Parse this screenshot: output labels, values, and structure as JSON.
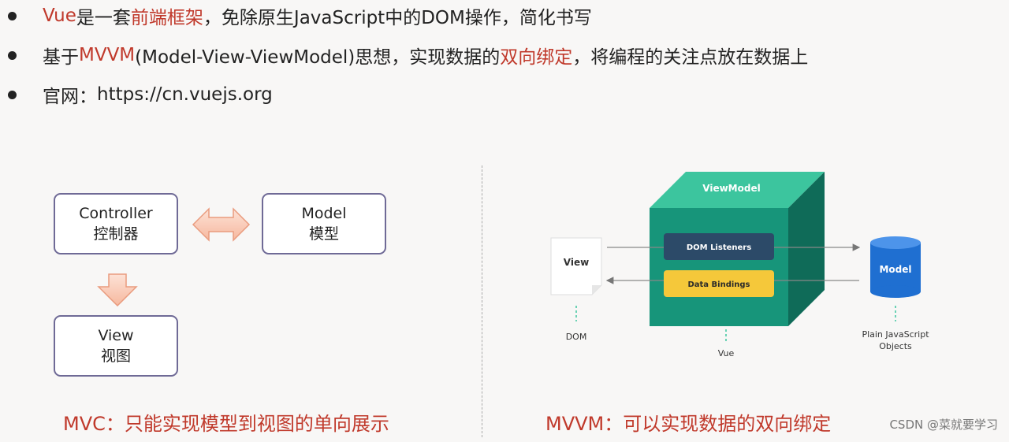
{
  "bullets": [
    {
      "parts": [
        "Vue",
        " 是一套",
        "前端框架",
        "，免除原生JavaScript中的DOM操作，简化书写"
      ]
    },
    {
      "parts": [
        "基于",
        "MVVM",
        "(Model-View-ViewModel)思想，实现数据的",
        "双向绑定",
        "，将编程的关注点放在数据上"
      ]
    },
    {
      "parts": [
        "官网：",
        " https://cn.vuejs.org"
      ]
    }
  ],
  "mvc": {
    "controller": {
      "en": "Controller",
      "zh": "控制器"
    },
    "model": {
      "en": "Model",
      "zh": "模型"
    },
    "view": {
      "en": "View",
      "zh": "视图"
    },
    "caption": "MVC：只能实现模型到视图的单向展示"
  },
  "mvvm": {
    "viewmodel": "ViewModel",
    "dom_listeners": "DOM Listeners",
    "data_bindings": "Data Bindings",
    "view": "View",
    "model": "Model",
    "dom": "DOM",
    "vue": "Vue",
    "plain_js_line1": "Plain JavaScript",
    "plain_js_line2": "Objects",
    "caption": "MVVM：可以实现数据的双向绑定"
  },
  "watermark": "CSDN @菜就要学习",
  "colors": {
    "accent_red": "#c0392b",
    "box_border": "#6f6a96",
    "cube_front": "#17957a",
    "dom_listeners_bg": "#2c4a68",
    "data_bindings_bg": "#f5c83a",
    "model_cylinder": "#1f6fd1"
  }
}
